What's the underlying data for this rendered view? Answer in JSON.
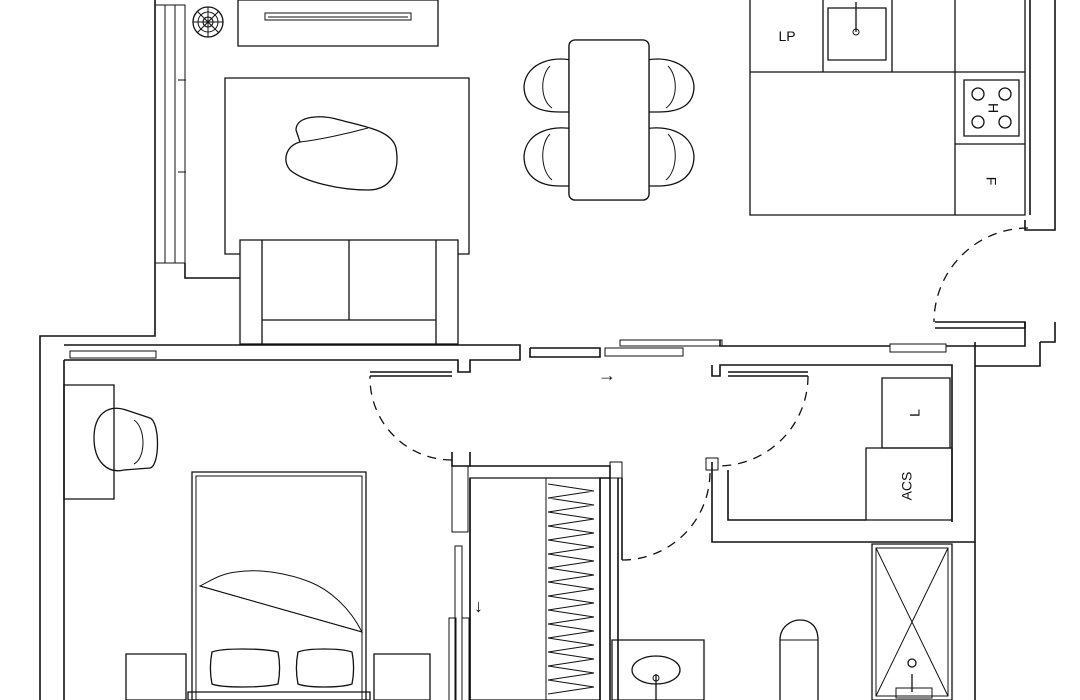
{
  "labels": {
    "dishwasher": "LP",
    "hob": "H",
    "fridge": "F",
    "washer": "L",
    "water_heater": "ACS"
  },
  "arrows": {
    "living_passage": "→",
    "wardrobe_slide": "↓"
  }
}
